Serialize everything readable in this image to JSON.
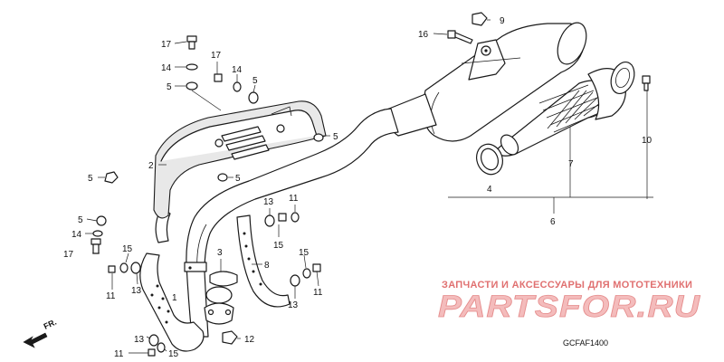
{
  "callouts": [
    {
      "id": "c17a",
      "label": "17"
    },
    {
      "id": "c14a",
      "label": "14"
    },
    {
      "id": "c5a",
      "label": "5"
    },
    {
      "id": "c17b",
      "label": "17"
    },
    {
      "id": "c14b",
      "label": "14"
    },
    {
      "id": "c5b",
      "label": "5"
    },
    {
      "id": "c16",
      "label": "16"
    },
    {
      "id": "c9",
      "label": "9"
    },
    {
      "id": "c2",
      "label": "2"
    },
    {
      "id": "c5c",
      "label": "5"
    },
    {
      "id": "c5d",
      "label": "5"
    },
    {
      "id": "c5e",
      "label": "5"
    },
    {
      "id": "c5f",
      "label": "5"
    },
    {
      "id": "c14c",
      "label": "14"
    },
    {
      "id": "c17c",
      "label": "17"
    },
    {
      "id": "c13a",
      "label": "13"
    },
    {
      "id": "c11a",
      "label": "11"
    },
    {
      "id": "c15a",
      "label": "15"
    },
    {
      "id": "c3",
      "label": "3"
    },
    {
      "id": "c8",
      "label": "8"
    },
    {
      "id": "c15b",
      "label": "15"
    },
    {
      "id": "c11b",
      "label": "11"
    },
    {
      "id": "c15c",
      "label": "15"
    },
    {
      "id": "c11c",
      "label": "11"
    },
    {
      "id": "c13b",
      "label": "13"
    },
    {
      "id": "c1",
      "label": "1"
    },
    {
      "id": "c13c",
      "label": "13"
    },
    {
      "id": "c13d",
      "label": "13"
    },
    {
      "id": "c11d",
      "label": "11"
    },
    {
      "id": "c15d",
      "label": "15"
    },
    {
      "id": "c12",
      "label": "12"
    },
    {
      "id": "c4",
      "label": "4"
    },
    {
      "id": "c7",
      "label": "7"
    },
    {
      "id": "c10",
      "label": "10"
    },
    {
      "id": "c6",
      "label": "6"
    }
  ],
  "direction_label": "FR.",
  "drawing_code": "GCFAF1400",
  "watermark": {
    "tagline": "ЗАПЧАСТИ И АКСЕССУАРЫ ДЛЯ МОТОТЕХНИКИ",
    "logo": "PARTSFOR.RU",
    "color": "#e07070"
  },
  "colors": {
    "line": "#1a1a1a",
    "background": "#ffffff"
  }
}
